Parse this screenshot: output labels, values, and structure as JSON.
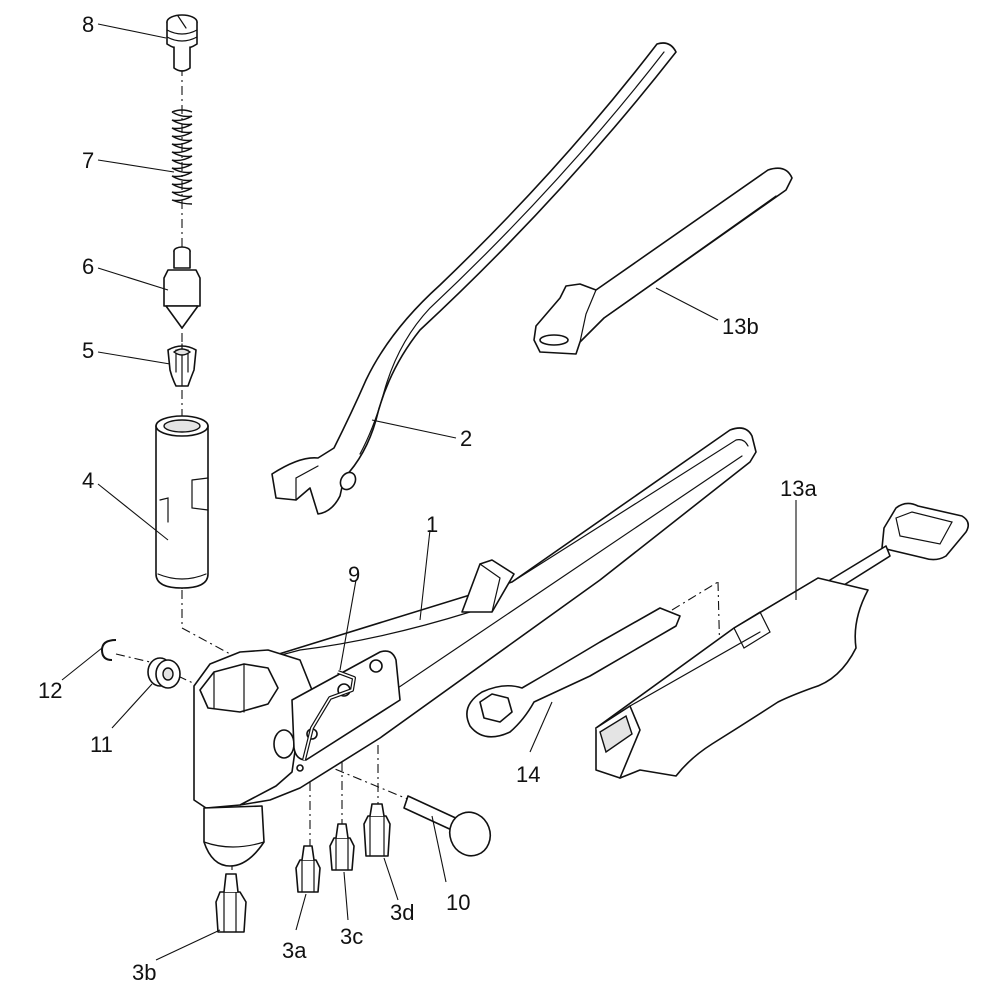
{
  "labels": {
    "p1": "1",
    "p2": "2",
    "p3a": "3a",
    "p3b": "3b",
    "p3c": "3c",
    "p3d": "3d",
    "p4": "4",
    "p5": "5",
    "p6": "6",
    "p7": "7",
    "p8": "8",
    "p9": "9",
    "p10": "10",
    "p11": "11",
    "p12": "12",
    "p13a": "13a",
    "p13b": "13b",
    "p14": "14"
  }
}
